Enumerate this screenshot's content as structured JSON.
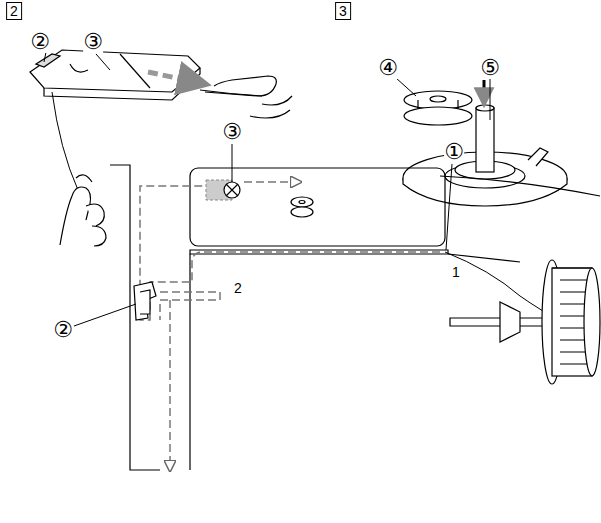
{
  "diagram": {
    "labels": [
      "2",
      "3",
      "②",
      "③",
      "④",
      "⑤",
      "③",
      "①",
      "②",
      "1",
      "2"
    ]
  }
}
